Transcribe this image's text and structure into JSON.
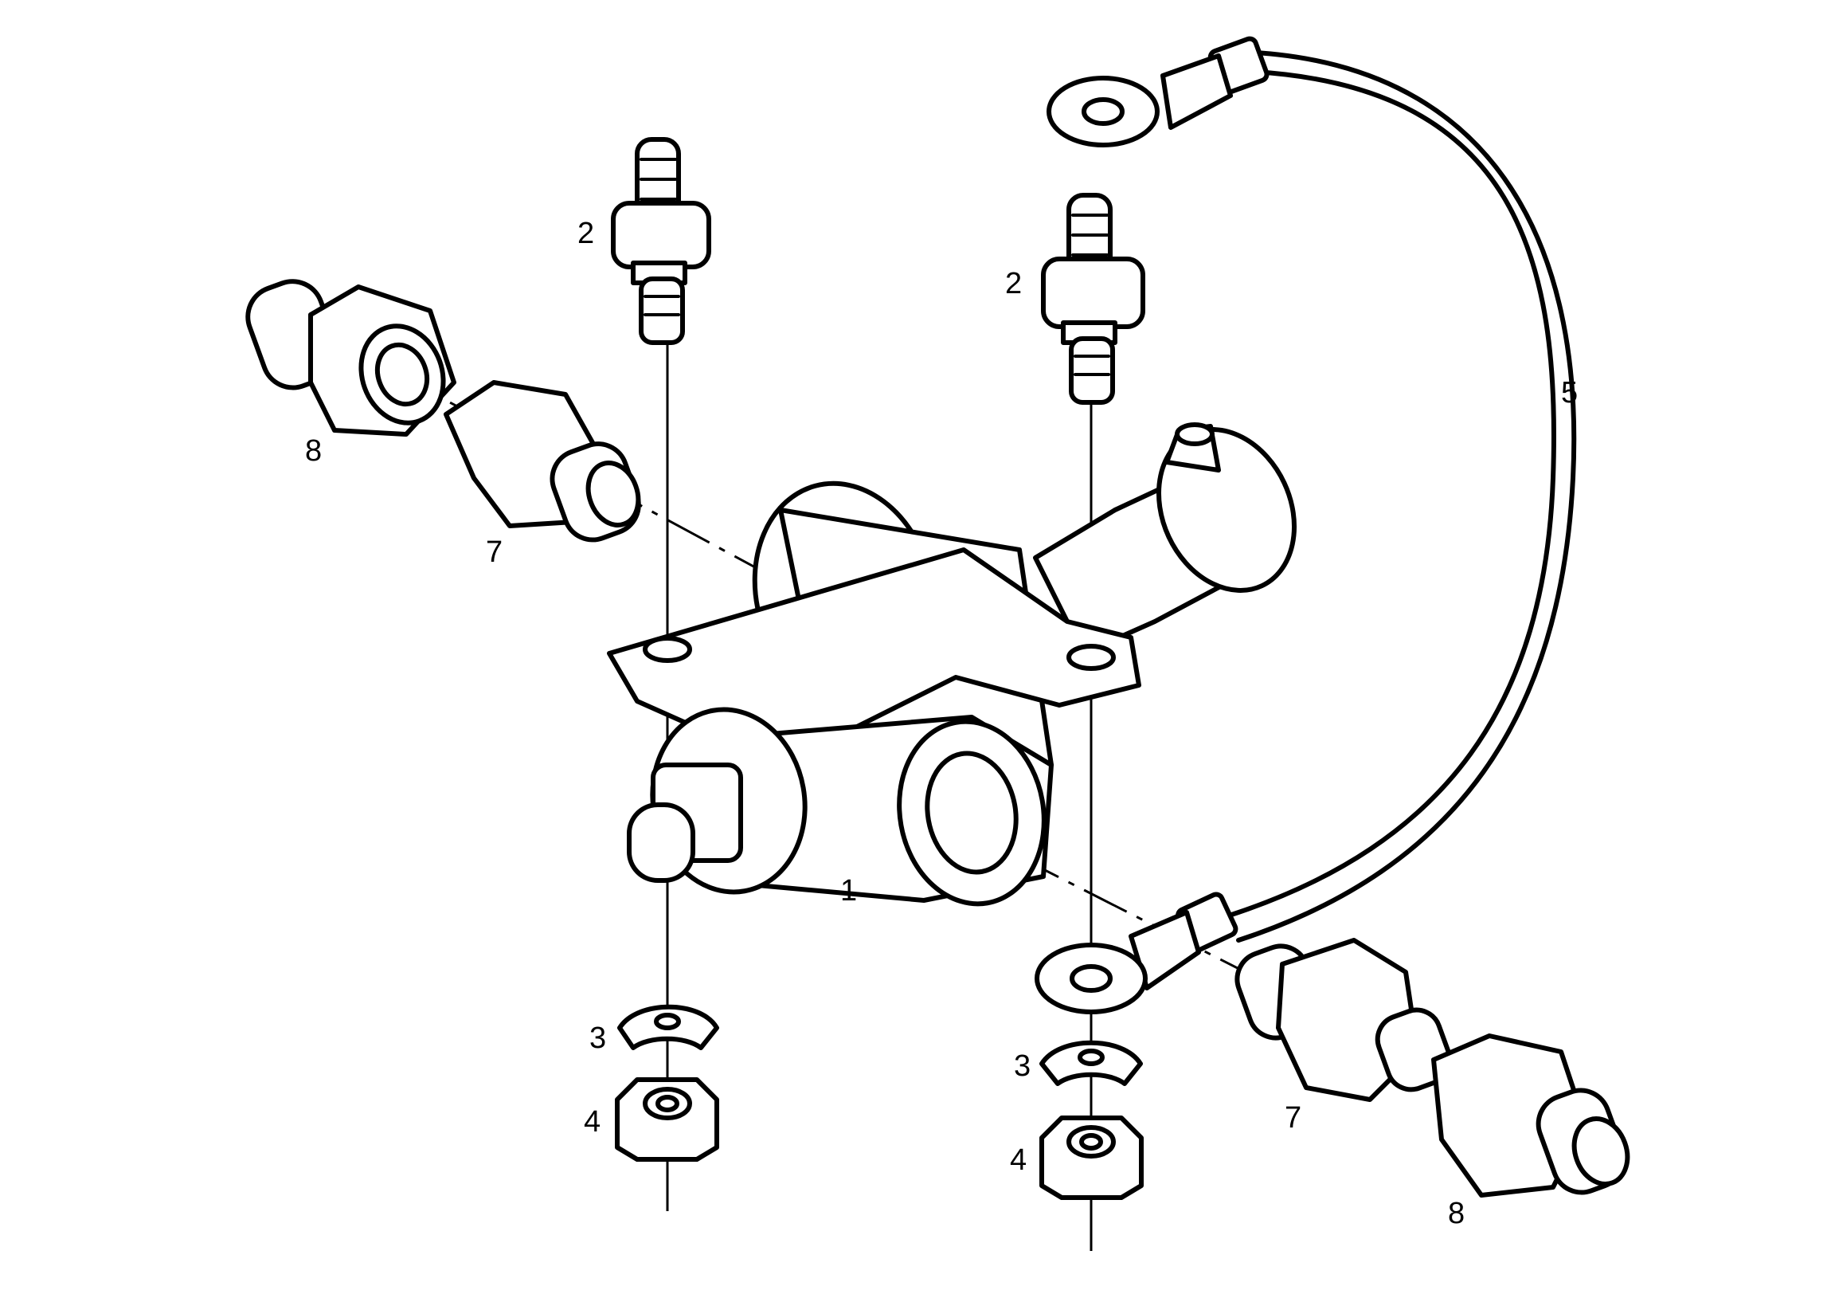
{
  "callouts": {
    "part_1": "1",
    "part_2_left": "2",
    "part_2_right": "2",
    "part_3_left": "3",
    "part_3_right": "3",
    "part_4_left": "4",
    "part_4_right": "4",
    "part_5": "5",
    "part_7_left": "7",
    "part_7_right": "7",
    "part_8_left": "8",
    "part_8_right": "8"
  },
  "colors": {
    "line": "#000000",
    "background": "#ffffff"
  }
}
